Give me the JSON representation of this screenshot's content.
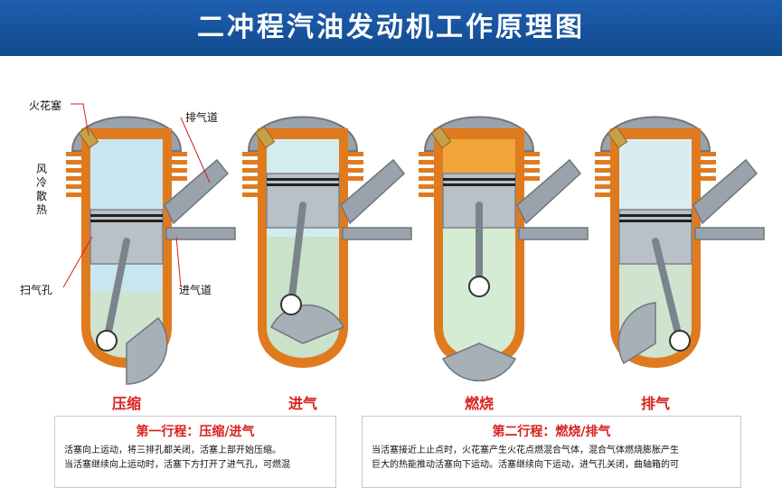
{
  "header": {
    "title": "二冲程汽油发动机工作原理图"
  },
  "labels": {
    "spark_plug": "火花塞",
    "exhaust_port": "排气道",
    "air_cooling": "风冷散热",
    "scavenge_port": "扫气孔",
    "intake_port": "进气道"
  },
  "stages": [
    {
      "name": "压缩",
      "fill": "#c8e6f0"
    },
    {
      "name": "进气",
      "fill": "#d2ecef"
    },
    {
      "name": "燃烧",
      "fill": "#f0a53a"
    },
    {
      "name": "排气",
      "fill": "#d9ecf1"
    }
  ],
  "strokes": [
    {
      "title": "第一行程：压缩/进气",
      "lines": [
        "活塞向上运动，将三排孔都关闭，活塞上部开始压缩。",
        "当活塞继续向上运动时，活塞下方打开了进气孔，可燃混"
      ]
    },
    {
      "title": "第二行程：燃烧/排气",
      "lines": [
        "当活塞接近上止点时，火花塞产生火花点燃混合气体，混合气体燃烧膨胀产生",
        "巨大的热能推动活塞向下运动。活塞继续向下运动，进气孔关闭，曲轴箱的可"
      ]
    }
  ],
  "colors": {
    "header_bg": "#1a57a6",
    "cylinder": "#e07a1f",
    "caption": "#d8211f"
  }
}
